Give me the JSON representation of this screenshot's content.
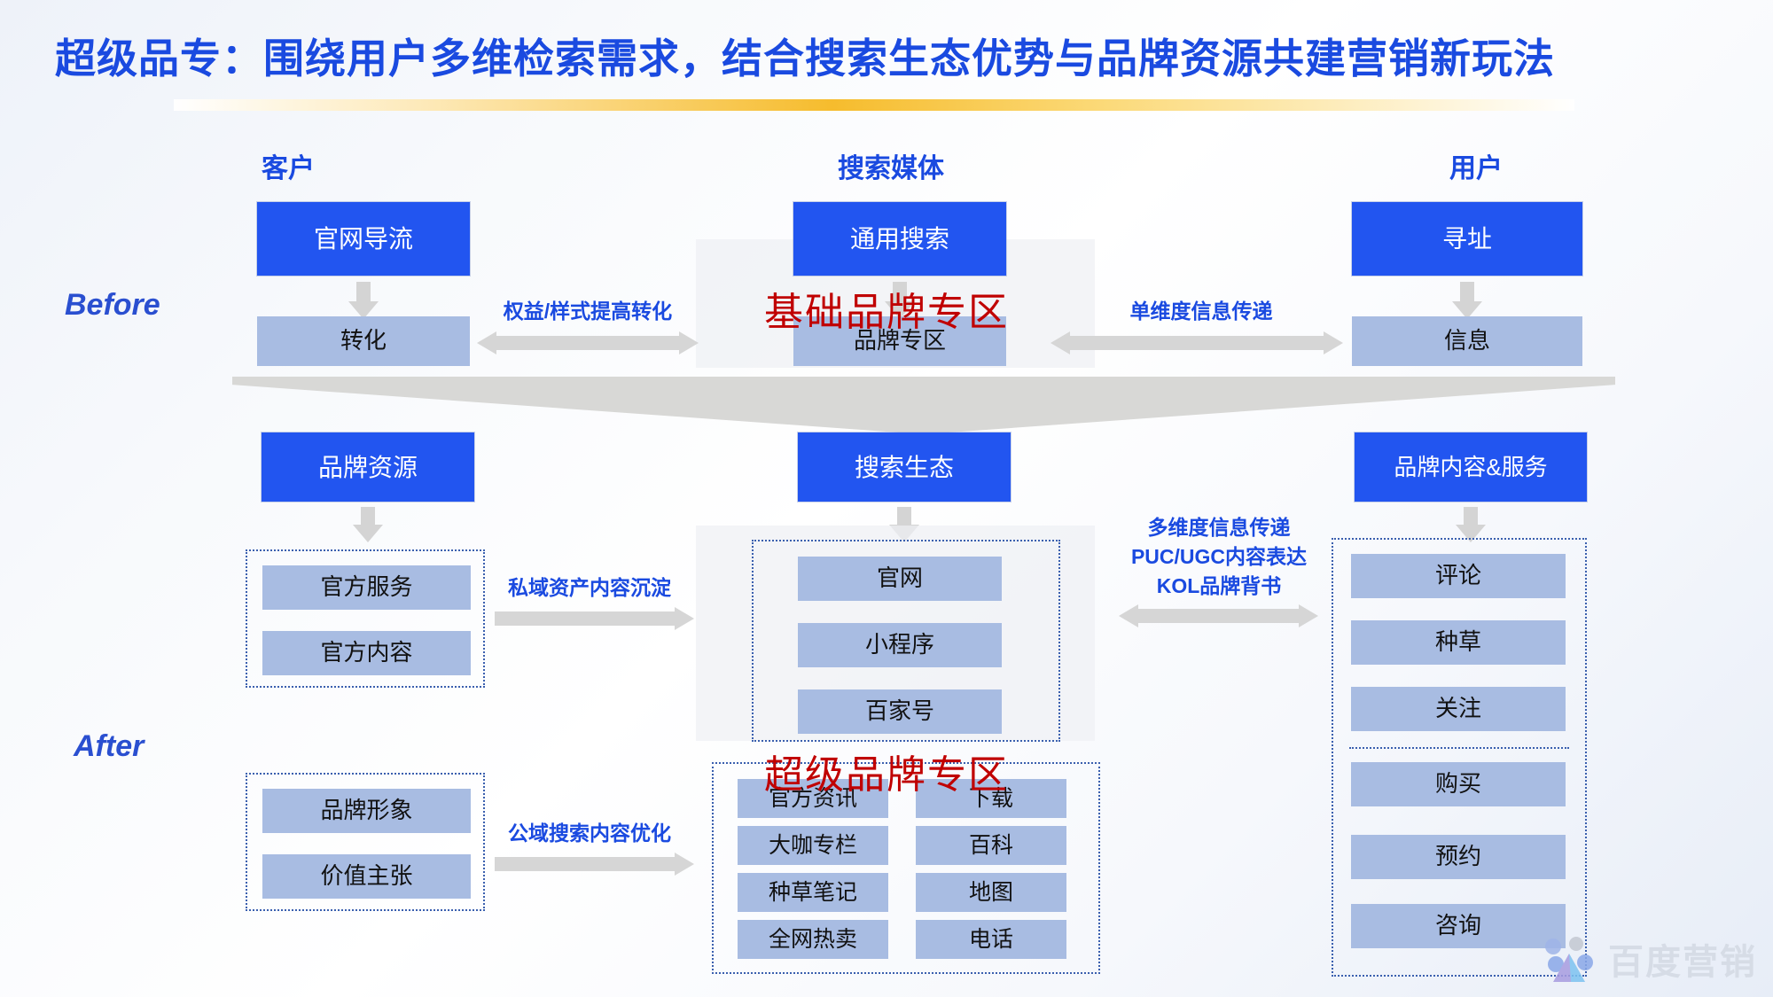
{
  "title": "超级品专：围绕用户多维检索需求，结合搜索生态优势与品牌资源共建营销新玩法",
  "colors": {
    "brand_blue": "#2255f0",
    "light_blue": "#a8bce2",
    "title_blue": "#1a4ae0",
    "callout_red": "#c00000",
    "arrow_grey": "#d6d6d6",
    "underline_gold": "#f6bc2d"
  },
  "column_headers": [
    {
      "name": "customer",
      "label": "客户"
    },
    {
      "name": "search-media",
      "label": "搜索媒体"
    },
    {
      "name": "user",
      "label": "用户"
    }
  ],
  "phases": [
    {
      "name": "before",
      "label": "Before"
    },
    {
      "name": "after",
      "label": "After"
    }
  ],
  "before": {
    "customer": {
      "primary": "官网导流",
      "secondary": "转化"
    },
    "media": {
      "primary": "通用搜索",
      "secondary": "品牌专区",
      "callout": "基础品牌专区"
    },
    "user": {
      "primary": "寻址",
      "secondary": "信息"
    },
    "arrow_left_label": "权益/样式提高转化",
    "arrow_right_label": "单维度信息传递"
  },
  "after": {
    "brand_resource": {
      "primary": "品牌资源",
      "items": [
        "官方服务",
        "官方内容"
      ]
    },
    "brand_image": {
      "items": [
        "品牌形象",
        "价值主张"
      ]
    },
    "search_eco": {
      "primary": "搜索生态",
      "top_items": [
        "官网",
        "小程序",
        "百家号"
      ],
      "callout": "超级品牌专区",
      "grid_items": [
        [
          "官方资讯",
          "下载"
        ],
        [
          "大咖专栏",
          "百科"
        ],
        [
          "种草笔记",
          "地图"
        ],
        [
          "全网热卖",
          "电话"
        ]
      ]
    },
    "brand_content": {
      "primary": "品牌内容&服务",
      "group_a": [
        "评论",
        "种草",
        "关注"
      ],
      "group_b": [
        "购买",
        "预约",
        "咨询"
      ]
    },
    "arrow_left_label_top": "私域资产内容沉淀",
    "arrow_left_label_bottom": "公域搜索内容优化",
    "arrow_right_labels": [
      "多维度信息传递",
      "PUC/UGC内容表达",
      "KOL品牌背书"
    ]
  },
  "watermark": {
    "text": "百度营销",
    "icon": "baidu-paw-icon"
  }
}
